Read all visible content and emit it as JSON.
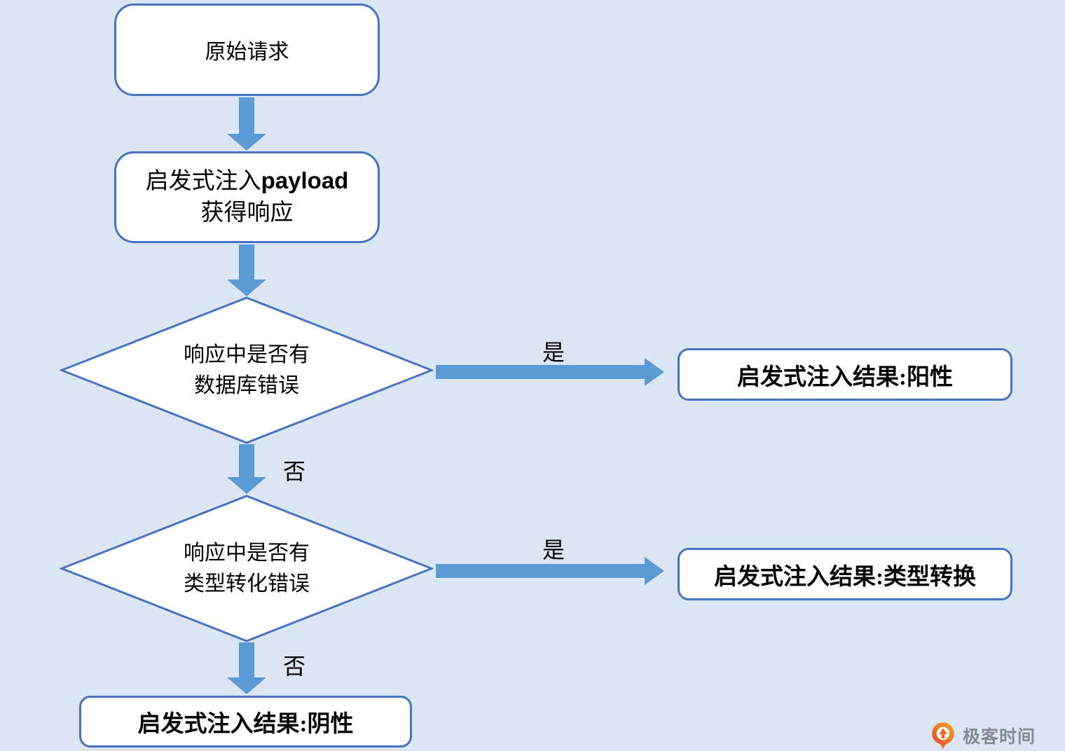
{
  "flowchart": {
    "nodes": {
      "start": {
        "label": "原始请求"
      },
      "inject": {
        "line1_zh": "启发式注入",
        "line1_en": "payload",
        "line2": "获得响应"
      },
      "check_db_error": {
        "line1": "响应中是否有",
        "line2": "数据库错误"
      },
      "check_cast_error": {
        "line1": "响应中是否有",
        "line2": "类型转化错误"
      },
      "result_positive": {
        "label": "启发式注入结果:阳性"
      },
      "result_cast": {
        "label": "启发式注入结果:类型转换"
      },
      "result_negative": {
        "label": "启发式注入结果:阴性"
      }
    },
    "edge_labels": {
      "yes1": "是",
      "no1": "否",
      "yes2": "是",
      "no2": "否"
    }
  },
  "branding": {
    "logo_text": "极客时间"
  },
  "colors": {
    "background": "#dce6f2",
    "shape_fill": "#ffffff",
    "shape_border": "#4673c4",
    "arrow": "#5b9bd5",
    "text": "#000000",
    "logo_text": "#838b94",
    "logo_orange_dark": "#e9542d",
    "logo_orange_light": "#f59a23"
  }
}
